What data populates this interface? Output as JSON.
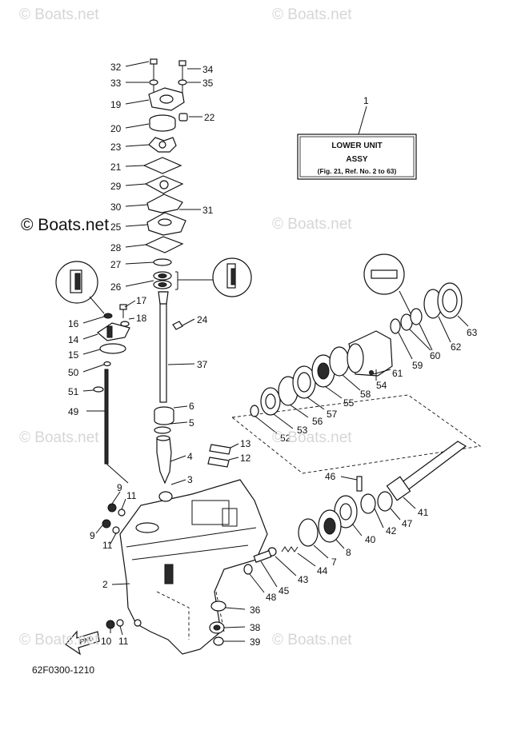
{
  "watermarks": {
    "light": [
      {
        "text": "© Boats.net"
      },
      {
        "text": "© Boats.net"
      },
      {
        "text": "© Boats.net"
      },
      {
        "text": "© Boats.net"
      },
      {
        "text": "© Boats.net"
      },
      {
        "text": "© Boats.net"
      },
      {
        "text": "© Boats.net"
      }
    ],
    "strong": "© Boats.net"
  },
  "assembly_box": {
    "ref": "1",
    "line1": "LOWER UNIT",
    "line2": "ASSY",
    "line3": "(Fig. 21, Ref. No. 2 to 63)"
  },
  "callouts": [
    "32",
    "33",
    "34",
    "35",
    "19",
    "22",
    "20",
    "23",
    "21",
    "29",
    "30",
    "31",
    "25",
    "28",
    "27",
    "26",
    "17",
    "16",
    "18",
    "14",
    "24",
    "15",
    "37",
    "50",
    "51",
    "49",
    "6",
    "5",
    "13",
    "12",
    "4",
    "3",
    "9",
    "11",
    "9",
    "11",
    "2",
    "10",
    "11",
    "46",
    "41",
    "42",
    "47",
    "40",
    "8",
    "7",
    "44",
    "43",
    "45",
    "48",
    "36",
    "38",
    "39",
    "52",
    "53",
    "56",
    "57",
    "55",
    "58",
    "54",
    "61",
    "59",
    "60",
    "60",
    "62",
    "63"
  ],
  "fwd_label": "FWD",
  "diagram_code": "62F0300-1210"
}
